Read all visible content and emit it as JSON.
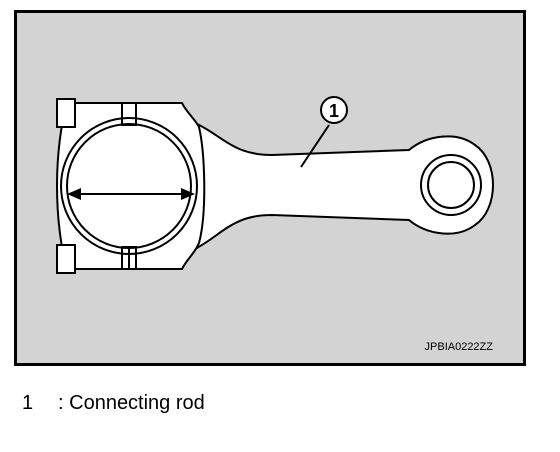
{
  "figure": {
    "callout_number": "1",
    "code": "JPBIA0222ZZ",
    "background_color": "#d3d3d3",
    "part_fill_color": "#ffffff",
    "line_color": "#000000"
  },
  "legend": {
    "number": "1",
    "separator": ":",
    "text": "Connecting rod"
  }
}
